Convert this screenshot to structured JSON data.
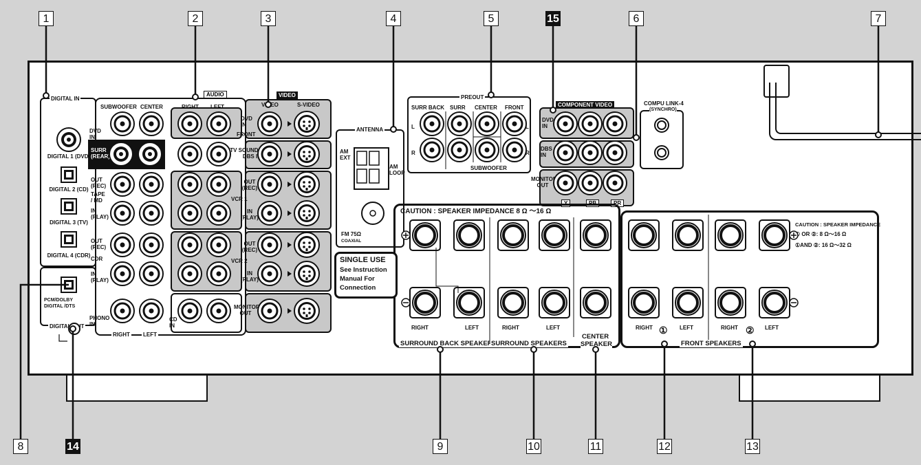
{
  "callouts": [
    "1",
    "2",
    "3",
    "4",
    "5",
    "15",
    "6",
    "7",
    "8",
    "14",
    "9",
    "10",
    "11",
    "12",
    "13"
  ],
  "digital": {
    "title": "DIGITAL IN",
    "d1": "DIGITAL 1 (DVD)",
    "d2": "DIGITAL 2 (CD)",
    "d3": "DIGITAL 3 (TV)",
    "d4": "DIGITAL 4 (CDR)",
    "pcm": "PCM/DOLBY DIGITAL /DTS",
    "out": "DIGITAL OUT"
  },
  "audio": {
    "title": "AUDIO",
    "subwoofer": "SUBWOOFER",
    "center": "CENTER",
    "right": "RIGHT",
    "left": "LEFT",
    "dvd_in": "DVD IN",
    "surr_rear": "SURR (REAR)",
    "out_rec": "OUT (REC)",
    "tape_md": "TAPE / MD",
    "in_play": "IN (PLAY)",
    "cdr": "CDR",
    "phono_in": "PHONO IN",
    "cd_in": "CD IN",
    "bottom_right": "RIGHT",
    "bottom_left": "LEFT"
  },
  "video": {
    "title": "VIDEO",
    "video": "VIDEO",
    "svideo": "S-VIDEO",
    "dvd_in": "DVD IN",
    "front": "FRONT",
    "tv_sound": "TV SOUND / DBS IN",
    "out_rec": "OUT (REC)",
    "in_play": "IN (PLAY)",
    "vcr1": "VCR 1",
    "vcr2": "VCR 2",
    "monitor_out": "MONITOR OUT"
  },
  "antenna": {
    "title": "ANTENNA",
    "am_ext": "AM EXT",
    "am_loop": "AM LOOP",
    "fm": "FM 75Ω",
    "coaxial": "COAXIAL"
  },
  "preout": {
    "title": "PREOUT",
    "surr_back": "SURR BACK",
    "surr": "SURR",
    "center": "CENTER",
    "front": "FRONT",
    "l": "L",
    "r": "R",
    "subwoofer": "SUBWOOFER"
  },
  "component": {
    "title": "COMPONENT VIDEO",
    "dvd_in": "DVD IN",
    "dbs_in": "DBS IN",
    "monitor_out": "MONITOR OUT",
    "y": "Y",
    "pb": "PB",
    "pr": "PR"
  },
  "compu": {
    "title": "COMPU LINK-4",
    "sub": "(SYNCHRO)"
  },
  "speakers": {
    "caution": "CAUTION : SPEAKER  IMPEDANCE 8 Ω ～16 Ω",
    "single_use": "SINGLE USE",
    "see1": "See Instruction",
    "see2": "Manual For",
    "see3": "Connection",
    "right": "RIGHT",
    "left": "LEFT",
    "surround_back": "SURROUND BACK SPEAKERS",
    "surround": "SURROUND SPEAKERS",
    "center1": "CENTER",
    "center2": "SPEAKER",
    "front": "FRONT SPEAKERS",
    "caution2": "CAUTION : SPEAKER  IMPEDANCE",
    "or_line": "① OR ②:  8 Ω～16 Ω",
    "and_line": "①AND ②:  16 Ω～32 Ω",
    "one": "①",
    "two": "②"
  }
}
